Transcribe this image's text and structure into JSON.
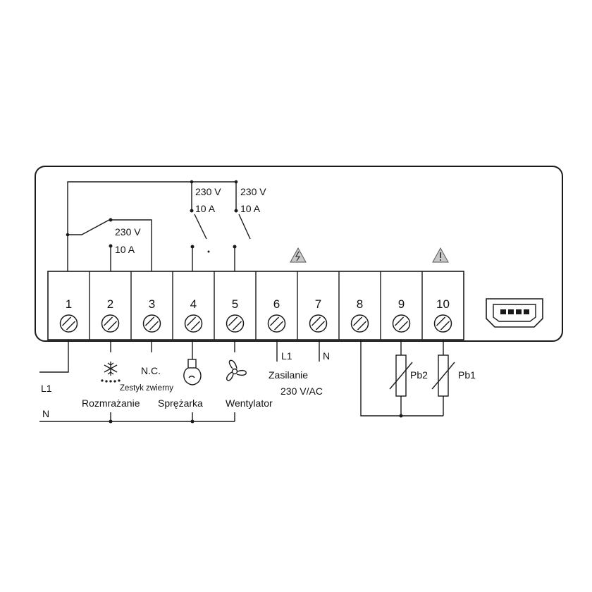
{
  "relay_ratings": {
    "defrost_voltage": "230 V",
    "defrost_current": "10 A",
    "compressor_voltage": "230 V",
    "compressor_current": "10 A",
    "fan_voltage": "230 V",
    "fan_current": "10 A"
  },
  "terminals": [
    "1",
    "2",
    "3",
    "4",
    "5",
    "6",
    "7",
    "8",
    "9",
    "10"
  ],
  "labels": {
    "l1_in": "L1",
    "n_in": "N",
    "nc": "N.C.",
    "zestyk": "Zestyk zwierny",
    "rozmrazanie": "Rozmrażanie",
    "sprezarka": "Sprężarka",
    "wentylator": "Wentylator",
    "supply_l1": "L1",
    "supply_n": "N",
    "zasilanie": "Zasilanie",
    "supply_spec": "230 V/AC",
    "pb2": "Pb2",
    "pb1": "Pb1"
  },
  "icons": {
    "defrost": "snowflake-icon",
    "compressor": "compressor-icon",
    "fan": "fan-icon",
    "hazard": "warning-triangle-icon",
    "usb": "usb-port-icon"
  },
  "colors": {
    "line": "#1a1a1a",
    "warning_fill": "#c8c8c8",
    "background": "#ffffff"
  }
}
